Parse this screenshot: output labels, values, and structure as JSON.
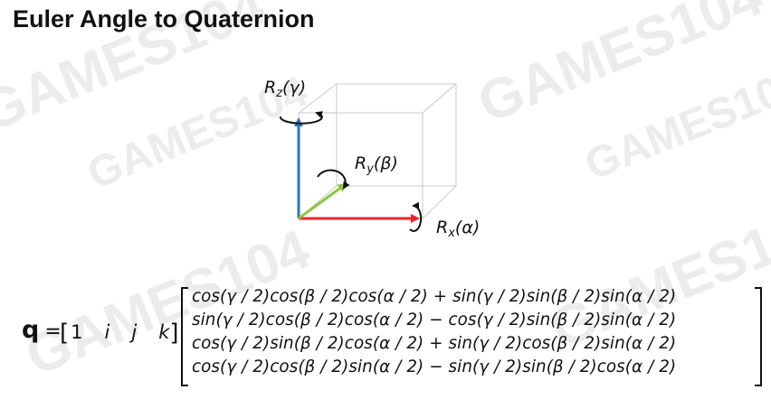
{
  "slide": {
    "title": "Euler Angle to Quaternion"
  },
  "watermarks": [
    "GAMES104",
    "GAMES104",
    "GAMES104",
    "GAMES104",
    "GAMES104",
    "GAMES104"
  ],
  "figure": {
    "labels": {
      "rz": "R",
      "rz_sub": "z",
      "rz_arg": "(γ)",
      "ry": "R",
      "ry_sub": "y",
      "ry_arg": "(β)",
      "rx": "R",
      "rx_sub": "x",
      "rx_arg": "(α)"
    },
    "colors": {
      "x_axis": "#e8262a",
      "y_axis": "#8cc63f",
      "z_axis": "#2e75b6",
      "cube": "#c8c8c8"
    }
  },
  "formula": {
    "lhs": "q",
    "equals": "=",
    "row_vector": [
      "1",
      "i",
      "j",
      "k"
    ],
    "matrix_rows": [
      "cos(γ / 2)cos(β / 2)cos(α / 2) + sin(γ / 2)sin(β / 2)sin(α / 2)",
      "sin(γ / 2)cos(β / 2)cos(α / 2) − cos(γ / 2)sin(β / 2)sin(α / 2)",
      "cos(γ / 2)sin(β / 2)cos(α / 2) + sin(γ / 2)cos(β / 2)sin(α / 2)",
      "cos(γ / 2)cos(β / 2)sin(α / 2) − sin(γ / 2)sin(β / 2)cos(α / 2)"
    ]
  }
}
